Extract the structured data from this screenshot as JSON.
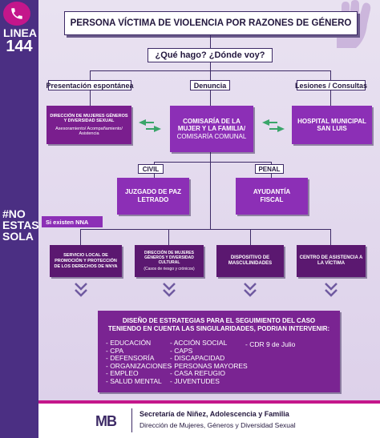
{
  "sidebar": {
    "line_label": "LINEA",
    "line_number": "144",
    "hashtag": [
      "#NO",
      "ESTAS",
      "SOLA"
    ]
  },
  "title": "PERSONA VÍCTIMA DE VIOLENCIA POR RAZONES DE GÉNERO",
  "question": "¿Qué hago? ¿Dónde voy?",
  "branches": {
    "left_label": "Presentación espontánea",
    "center_label": "Denuncia",
    "right_label": "Lesiones / Consultas"
  },
  "boxes": {
    "direccion": {
      "title": "DIRECCIÓN DE MUJERES GÉNEROS Y DIVERSIDAD SEXUAL",
      "detail": "Asesoramiento/ Acompañamiento/ Asistencia"
    },
    "comisaria": {
      "line1": "COMISARÍA DE LA",
      "line2": "MUJER Y LA FAMILIA/",
      "line3": "COMISARÍA COMUNAL"
    },
    "hospital": {
      "line1": "HOSPITAL MUNICIPAL",
      "line2": "SAN LUIS"
    },
    "civil_label": "CIVIL",
    "penal_label": "PENAL",
    "juzgado": {
      "line1": "JUZGADO DE PAZ",
      "line2": "LETRADO"
    },
    "ayudantia": {
      "line1": "AYUDANTÍA",
      "line2": "FISCAL"
    }
  },
  "nna_tag": "Si existen NNA",
  "bottom_boxes": [
    {
      "text": "SERVICIO LOCAL DE PROMOCIÓN Y PROTECCIÓN DE LOS DERECHOS DE NNYA",
      "sub": ""
    },
    {
      "text": "DIRECCIÓN DE MUJERES GÉNEROS Y DIVERSIDAD CULTURAL",
      "sub": "(Casos de riesgo y crónicos)"
    },
    {
      "text": "DISPOSITIVO DE MASCULINIDADES",
      "sub": ""
    },
    {
      "text": "CENTRO DE ASISTENCIA A LA VÍCTIMA",
      "sub": ""
    }
  ],
  "strategies": {
    "title_line1": "DISEÑO DE ESTRATEGIAS PARA EL SEGUIMIENTO DEL CASO",
    "title_line2": "TENIENDO EN CUENTA LAS SINGULARIDADES, PODRIAN INTERVENIR:",
    "col1": [
      "- EDUCACIÓN",
      "- CPA",
      "- DEFENSORÍA",
      "- ORGANIZACIONES",
      "- EMPLEO",
      "- SALUD MENTAL"
    ],
    "col2": [
      "- ACCIÓN SOCIAL",
      "- CAPS",
      "- DISCAPACIDAD",
      "- PERSONAS MAYORES",
      "- CASA REFUGIO",
      "- JUVENTUDES"
    ],
    "col3": [
      "- CDR 9 de Julio"
    ]
  },
  "footer": {
    "logo_mark": "MB",
    "title": "Secretaría de Niñez, Adolescencia y Familia",
    "subtitle": "Dirección de Mujeres, Géneros y Diversidad Sexual"
  },
  "colors": {
    "sidebar": "#4b2f83",
    "magenta": "#c4168b",
    "box_purple": "#7a1e8e",
    "box_violet": "#8c2fb6",
    "arrow_green": "#3aa56a"
  }
}
